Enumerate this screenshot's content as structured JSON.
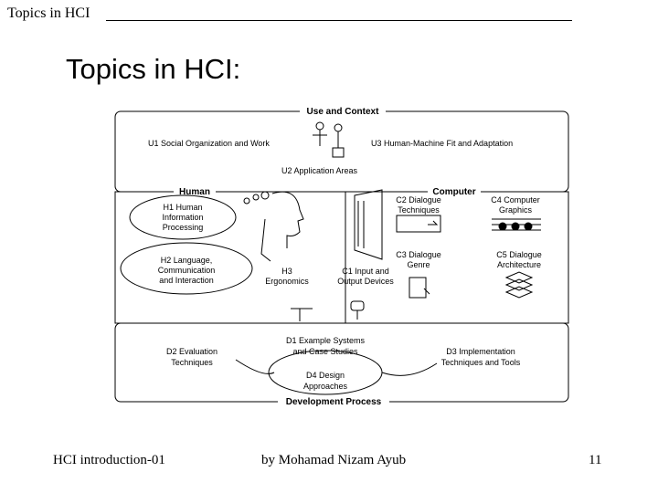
{
  "header": {
    "text": "Topics in HCI"
  },
  "slide": {
    "title": "Topics in HCI:"
  },
  "figure": {
    "sections": {
      "use": "Use and Context",
      "human": "Human",
      "computer": "Computer",
      "dev": "Development Process"
    },
    "topics": {
      "u1": "U1 Social Organization and Work",
      "u3": "U3 Human-Machine Fit and Adaptation",
      "u2": "U2 Application Areas",
      "h1": [
        "H1 Human",
        "Information",
        "Processing"
      ],
      "h2": [
        "H2 Language,",
        "Communication",
        "and Interaction"
      ],
      "h3": [
        "H3",
        "Ergonomics"
      ],
      "c1": [
        "C1 Input and",
        "Output Devices"
      ],
      "c2": [
        "C2 Dialogue",
        "Techniques"
      ],
      "c3": [
        "C3 Dialogue",
        "Genre"
      ],
      "c4": [
        "C4 Computer",
        "Graphics"
      ],
      "c5": [
        "C5 Dialogue",
        "Architecture"
      ],
      "d1": [
        "D1 Example Systems",
        "and Case Studies"
      ],
      "d2": [
        "D2 Evaluation",
        "Techniques"
      ],
      "d3": [
        "D3 Implementation",
        "Techniques and Tools"
      ],
      "d4": [
        "D4 Design",
        "Approaches"
      ]
    }
  },
  "footer": {
    "left": "HCI introduction-01",
    "center": "by Mohamad Nizam Ayub",
    "page": "11"
  }
}
